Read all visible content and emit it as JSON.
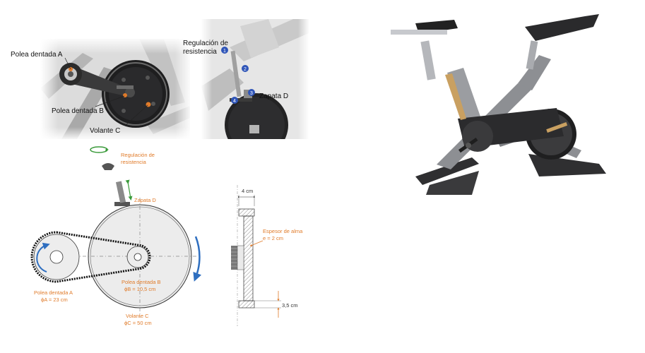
{
  "photo_top_left": {
    "labels": {
      "pulley_a": "Polea dentada A",
      "pulley_b": "Polea dentada B",
      "flywheel_c": "Volante C"
    }
  },
  "photo_top_mid": {
    "labels": {
      "resistance_line1": "Regulación de",
      "resistance_line2": "resistencia",
      "pad_d": "Zapata D"
    },
    "markers": [
      "1",
      "2",
      "3",
      "4"
    ]
  },
  "schematic": {
    "resistance_line1": "Regulación de",
    "resistance_line2": "resistencia",
    "pad_d": "Zapata D",
    "pulley_a_name": "Polea dentada A",
    "pulley_a_dim": "ϕA = 23 cm",
    "pulley_b_name": "Polea dentada B",
    "pulley_b_dim": "ϕB = 10,5 cm",
    "flywheel_name": "Volante C",
    "flywheel_dim": "ϕC = 50 cm"
  },
  "section": {
    "width_dim": "4 cm",
    "web_line1": "Espesor de alma",
    "web_line2": "e = 2 cm",
    "flange_dim": "3,5 cm"
  },
  "colors": {
    "annotation_orange": "#e07b2a",
    "arrow_blue": "#2f6fc0",
    "arrow_green": "#3a9a3a",
    "bike_grey": "#8d8f93",
    "bike_dark": "#2b2b2d",
    "bike_gold": "#c9a061"
  }
}
